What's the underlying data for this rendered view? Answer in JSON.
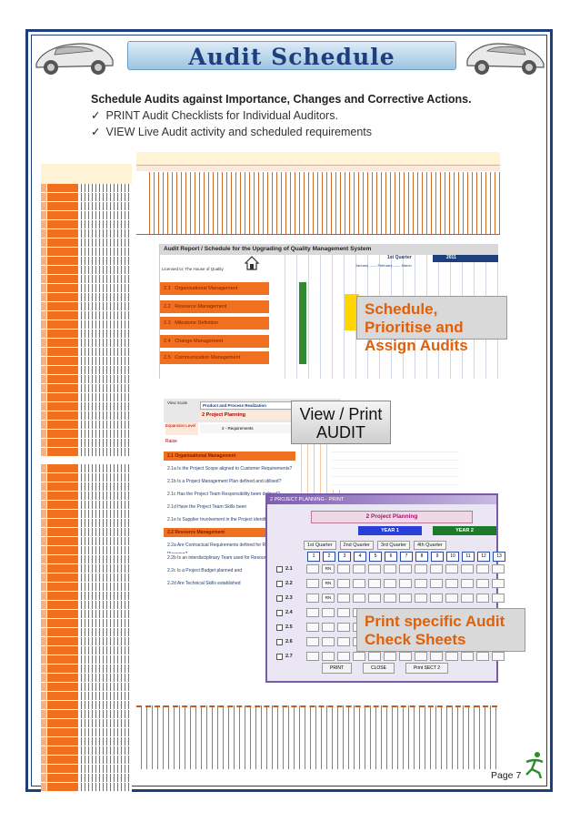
{
  "banner": {
    "title": "Audit Schedule"
  },
  "intro": {
    "heading": "Schedule Audits against Importance, Changes and Corrective Actions.",
    "bullets": [
      "PRINT  Audit Checklists for Individual Auditors.",
      "VIEW   Live Audit activity  and scheduled requirements"
    ]
  },
  "report": {
    "title": "Audit Report / Schedule for the Upgrading of Quality Management System",
    "license": "Licensed to: The House of Quality",
    "quarter": "1st Quarter",
    "year": "2011",
    "months": "January ------ February ------ March",
    "rows": [
      {
        "num": "2.1",
        "label": "Organisational Management"
      },
      {
        "num": "2.2",
        "label": "Resource Management"
      },
      {
        "num": "2.3",
        "label": "Milestone Definition"
      },
      {
        "num": "2.4",
        "label": "Change Management"
      },
      {
        "num": "2.5",
        "label": "Communication Management"
      }
    ]
  },
  "callouts": {
    "schedule": "Schedule, Prioritise and Assign Audits",
    "print": "Print specific Audit Check Sheets"
  },
  "viewpanel": {
    "header": "Product and Process Realization",
    "view_scale": "View Scale",
    "section": "2    Project Planning",
    "expansion": "Expansion Level",
    "requirements": "2 - Requirements",
    "raise": "Raise",
    "rows": [
      {
        "num": "2.1",
        "label": "Organisational Management"
      },
      {
        "num": "2.1a",
        "label": "Is the Project Scope aligned to Customer Requirements?"
      },
      {
        "num": "2.1b",
        "label": "Is a Project Management Plan defined and utilised?"
      },
      {
        "num": "2.1c",
        "label": "Has the Project Team Responsibility been defined?"
      },
      {
        "num": "2.1d",
        "label": "Have the Project Team Skills been"
      },
      {
        "num": "2.1e",
        "label": "Is Supplier Involvement in the Project identified?"
      },
      {
        "num": "2.2",
        "label": "Resource Management"
      },
      {
        "num": "2.2a",
        "label": "Are Contractual Requirements defined for Resource Planning?"
      },
      {
        "num": "2.2b",
        "label": "Is an interdisciplinary Team used for Resource Planning?"
      },
      {
        "num": "2.2c",
        "label": "Is a Project Budget planned and"
      },
      {
        "num": "2.2d",
        "label": "Are Technical Skills established"
      }
    ]
  },
  "viewprint_button": {
    "line1": "View / Print",
    "line2": "AUDIT"
  },
  "dialog": {
    "title": "2 PROJECT PLANNING - PRINT",
    "subtitle": "2  Project Planning",
    "year1": "YEAR 1",
    "year2": "YEAR 2",
    "quarters": [
      "1st Quarter",
      "2nd Quarter",
      "3rd Quarter",
      "4th Quarter"
    ],
    "numbers": [
      "1",
      "2",
      "3",
      "4",
      "5",
      "6",
      "7",
      "8",
      "9",
      "10",
      "11",
      "12",
      "13"
    ],
    "rows": [
      "2.1",
      "2.2",
      "2.3",
      "2.4",
      "2.5",
      "2.6",
      "2.7"
    ],
    "rn": "RN",
    "buttons": [
      "PRINT",
      "CLOSE",
      "Print SECT 2"
    ]
  },
  "footer": {
    "page": "Page 7"
  },
  "colors": {
    "frame": "#1f3e7c",
    "orange": "#f07020",
    "callout_text": "#e0600a",
    "dialog_accent": "#7a5ba8"
  }
}
